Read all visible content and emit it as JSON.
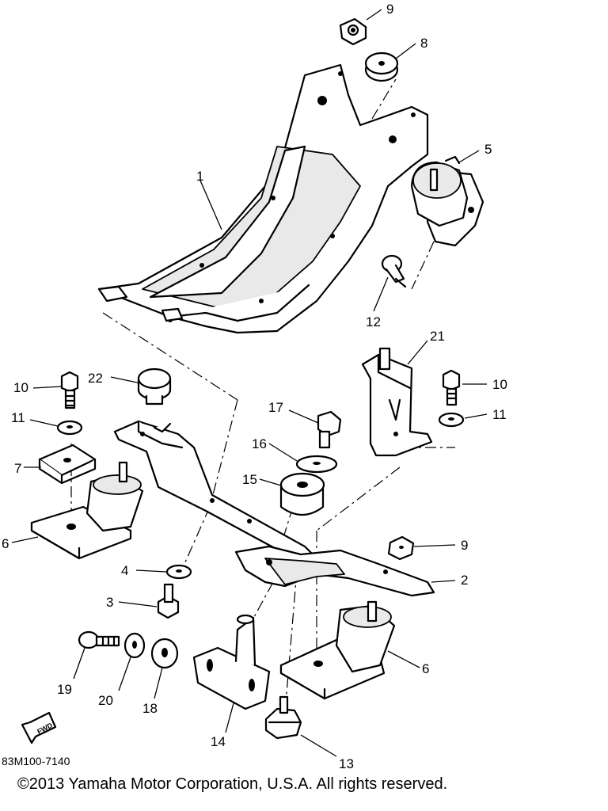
{
  "diagram": {
    "callouts": [
      "9",
      "8",
      "5",
      "1",
      "12",
      "21",
      "22",
      "10",
      "17",
      "10",
      "11",
      "11",
      "16",
      "7",
      "15",
      "6",
      "9",
      "4",
      "2",
      "3",
      "6",
      "19",
      "20",
      "18",
      "14",
      "13"
    ],
    "fwd_label": "FWD",
    "diagram_code": "83M100-7140"
  },
  "footer": {
    "copyright": "©2013 Yamaha Motor Corporation, U.S.A. All rights reserved."
  }
}
